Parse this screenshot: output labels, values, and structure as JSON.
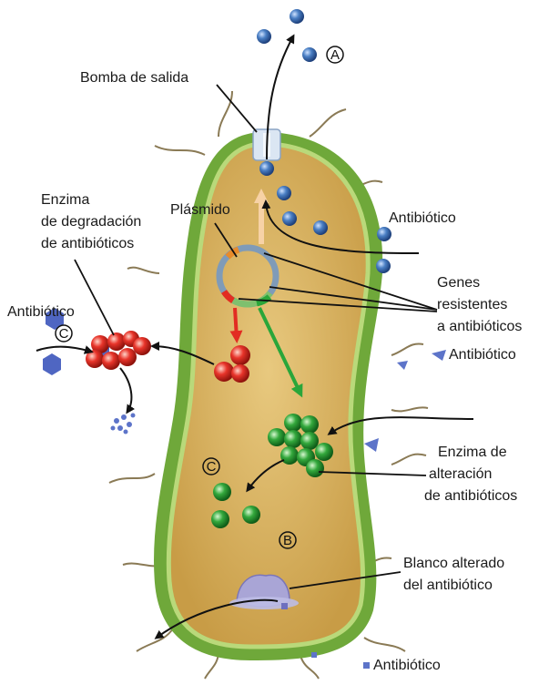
{
  "labels": {
    "bomba": "Bomba de salida",
    "enzima_deg_l1": "Enzima",
    "enzima_deg_l2": "de degradación",
    "enzima_deg_l3": "de antibióticos",
    "plasmido": "Plásmido",
    "antibiotico_top": "Antibiótico",
    "genes_l1": "Genes",
    "genes_l2": "resistentes",
    "genes_l3": "a antibióticos",
    "antibiotico_left": "Antibiótico",
    "antibiotico_right": "Antibiótico",
    "enzima_alt_l1": "Enzima de",
    "enzima_alt_l2": "alteración",
    "enzima_alt_l3": "de antibióticos",
    "blanco_l1": "Blanco alterado",
    "blanco_l2": "del antibiótico",
    "antibiotico_bottom": "Antibiótico"
  },
  "markers": {
    "a": "A",
    "b": "B",
    "c_left": "C",
    "c_inner": "C"
  },
  "colors": {
    "cell_fill": "#d8b56a",
    "cell_wall": "#8fbf4a",
    "blue_molecule": "#3d6fb3",
    "red_enzyme": "#e0312a",
    "green_enzyme": "#2f9e3a",
    "red_arrow": "#e22c22",
    "green_arrow": "#2aa63a",
    "plasmid_arrow": "#f7d2a6"
  }
}
